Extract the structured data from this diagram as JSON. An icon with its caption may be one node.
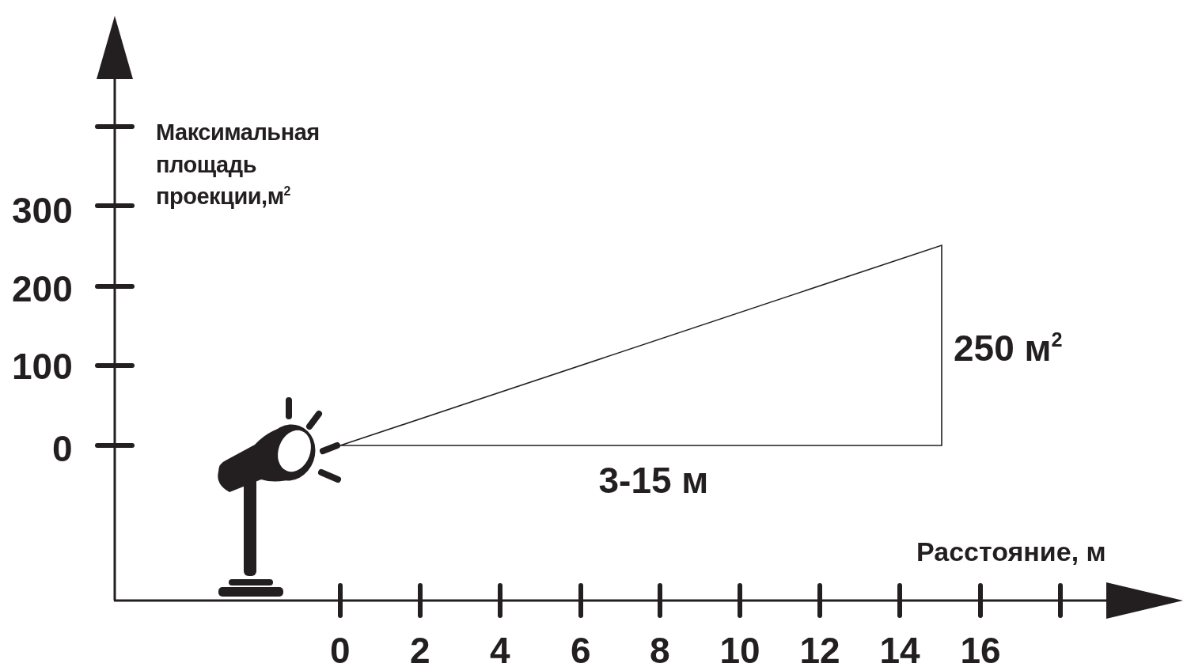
{
  "diagram": {
    "nodes": [
      {
        "text": [],
        "shape": "triangle",
        "beside": [
          "250 м$^{2}$",
          "3-15 м"
        ]
      }
    ],
    "labels": [
      "Максимальная площадь проекции,м$^{2}$",
      "300",
      "200",
      "100",
      "0",
      "Расстояние, м",
      "0",
      "2",
      "4",
      "6",
      "8",
      "10",
      "12",
      "14",
      "16"
    ]
  }
}
